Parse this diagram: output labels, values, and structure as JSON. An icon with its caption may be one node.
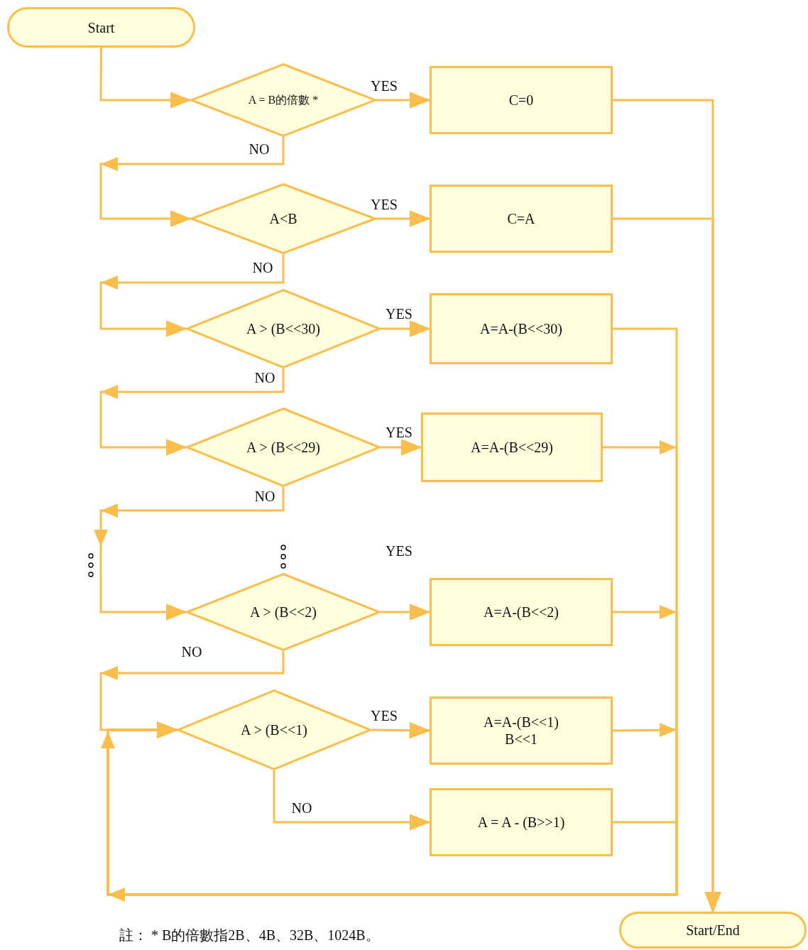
{
  "diagram": {
    "nodes": [
      {
        "text": [
          "Start"
        ]
      },
      {
        "text": [
          "A = B的倍數 *"
        ]
      },
      {
        "text": [
          "C=0"
        ]
      },
      {
        "text": [
          "A<B"
        ]
      },
      {
        "text": [
          "C=A"
        ]
      },
      {
        "text": [
          "A > (B<<30)"
        ]
      },
      {
        "text": [
          "A=A-(B<<30)"
        ]
      },
      {
        "text": [
          "A > (B<<29)"
        ]
      },
      {
        "text": [
          "A=A-(B<<29)"
        ]
      },
      {
        "text": [
          "A > (B<<2)"
        ]
      },
      {
        "text": [
          "A=A-(B<<2)"
        ]
      },
      {
        "text": [
          "A > (B<<1)"
        ]
      },
      {
        "text": [
          "A=A-(B<<1)",
          "B<<1"
        ]
      },
      {
        "text": [
          "A = A -  (B>>1)"
        ]
      },
      {
        "text": [
          "Start/End"
        ]
      }
    ],
    "edges": [
      {
        "from": 0,
        "to": 1,
        "arrow": "to"
      },
      {
        "from": 1,
        "to": 2,
        "arrow": "to",
        "label": "YES"
      },
      {
        "from": 1,
        "to": 3,
        "arrow": "to",
        "label": "NO"
      },
      {
        "from": 3,
        "to": 4,
        "arrow": "to",
        "label": "YES"
      },
      {
        "from": 3,
        "to": 5,
        "arrow": "to",
        "label": "NO"
      },
      {
        "from": 5,
        "to": 6,
        "arrow": "to",
        "label": "YES"
      },
      {
        "from": 5,
        "to": 7,
        "arrow": "to",
        "label": "NO"
      },
      {
        "from": 7,
        "to": 8,
        "arrow": "to",
        "label": "YES"
      },
      {
        "from": 7,
        "to": 9,
        "arrow": "to",
        "label": "NO"
      },
      {
        "from": 9,
        "to": 10,
        "arrow": "to",
        "label": "YES"
      },
      {
        "from": 9,
        "to": 11,
        "arrow": "to",
        "label": "NO"
      },
      {
        "from": 11,
        "to": 12,
        "arrow": "to",
        "label": "YES"
      },
      {
        "from": 11,
        "to": 13,
        "arrow": "to",
        "label": "NO"
      },
      {
        "from": 2,
        "to": 14,
        "arrow": "to"
      },
      {
        "from": 4,
        "to": 14,
        "arrow": "to"
      },
      {
        "from": 6,
        "to": 11,
        "arrow": "to"
      },
      {
        "from": 8,
        "to": 11,
        "arrow": "to"
      },
      {
        "from": 10,
        "to": 11,
        "arrow": "to"
      },
      {
        "from": 12,
        "to": 11,
        "arrow": "to"
      },
      {
        "from": 13,
        "to": 11,
        "arrow": "to"
      }
    ],
    "labels": [
      "註： * B的倍數指2B、4B、32B、1024B。"
    ]
  }
}
